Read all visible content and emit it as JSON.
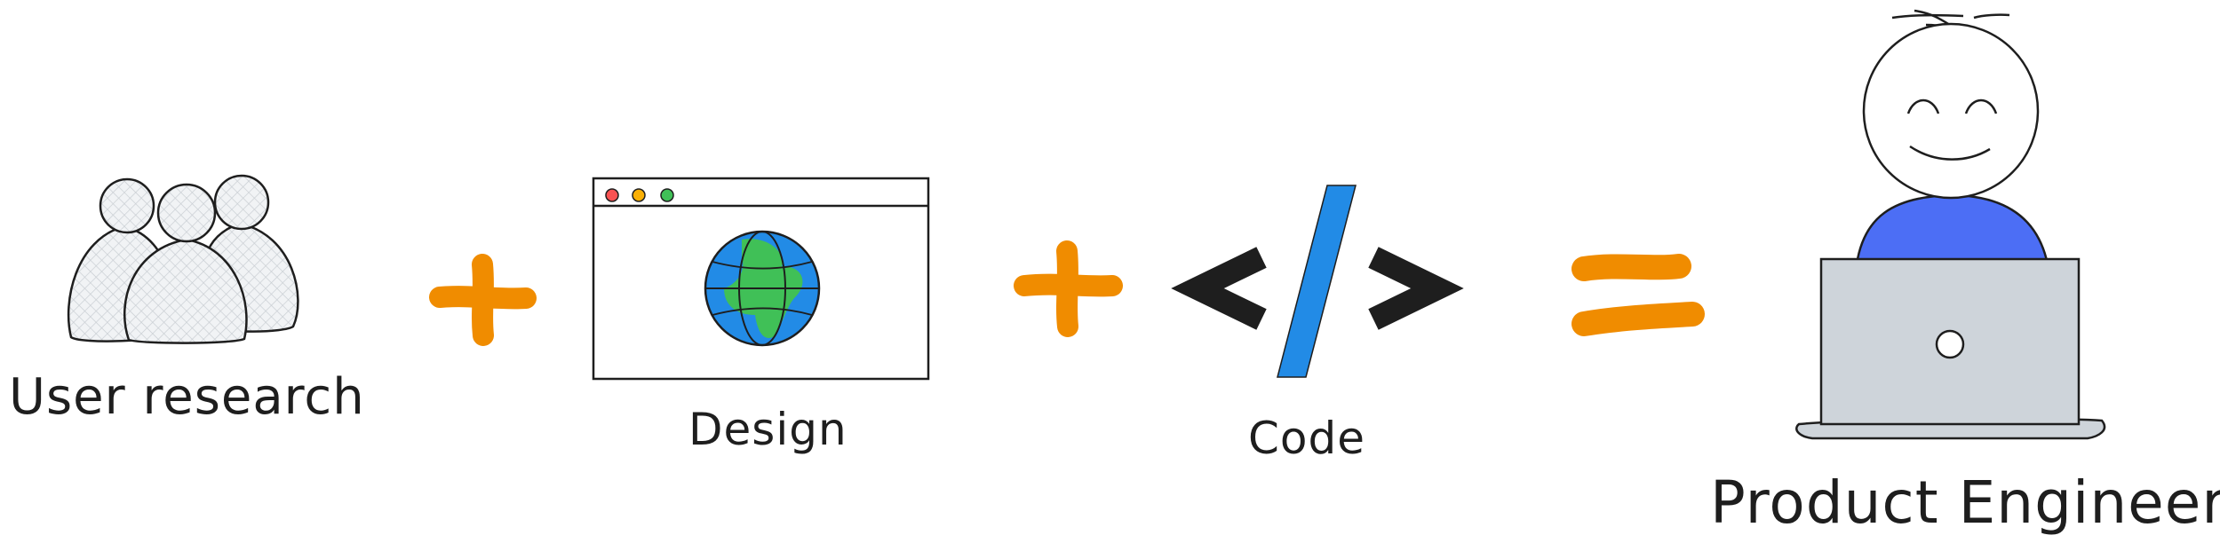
{
  "items": [
    {
      "id": "user-research",
      "label": "User research",
      "icon": "people-group-icon"
    },
    {
      "id": "design",
      "label": "Design",
      "icon": "browser-window-globe-icon"
    },
    {
      "id": "code",
      "label": "Code",
      "icon": "code-brackets-icon"
    },
    {
      "id": "product-engineer",
      "label": "Product Engineer",
      "icon": "person-laptop-icon"
    }
  ],
  "operators": [
    "+",
    "+",
    "="
  ],
  "colors": {
    "operator": "#f08c00",
    "slash": "#228be6",
    "shirt": "#4c6ef5",
    "laptop": "#ced4da",
    "globe_water": "#228be6",
    "globe_land": "#40c057",
    "dot_red": "#fa5252",
    "dot_yellow": "#fab005",
    "dot_green": "#40c057",
    "stroke": "#1e1e1e"
  }
}
